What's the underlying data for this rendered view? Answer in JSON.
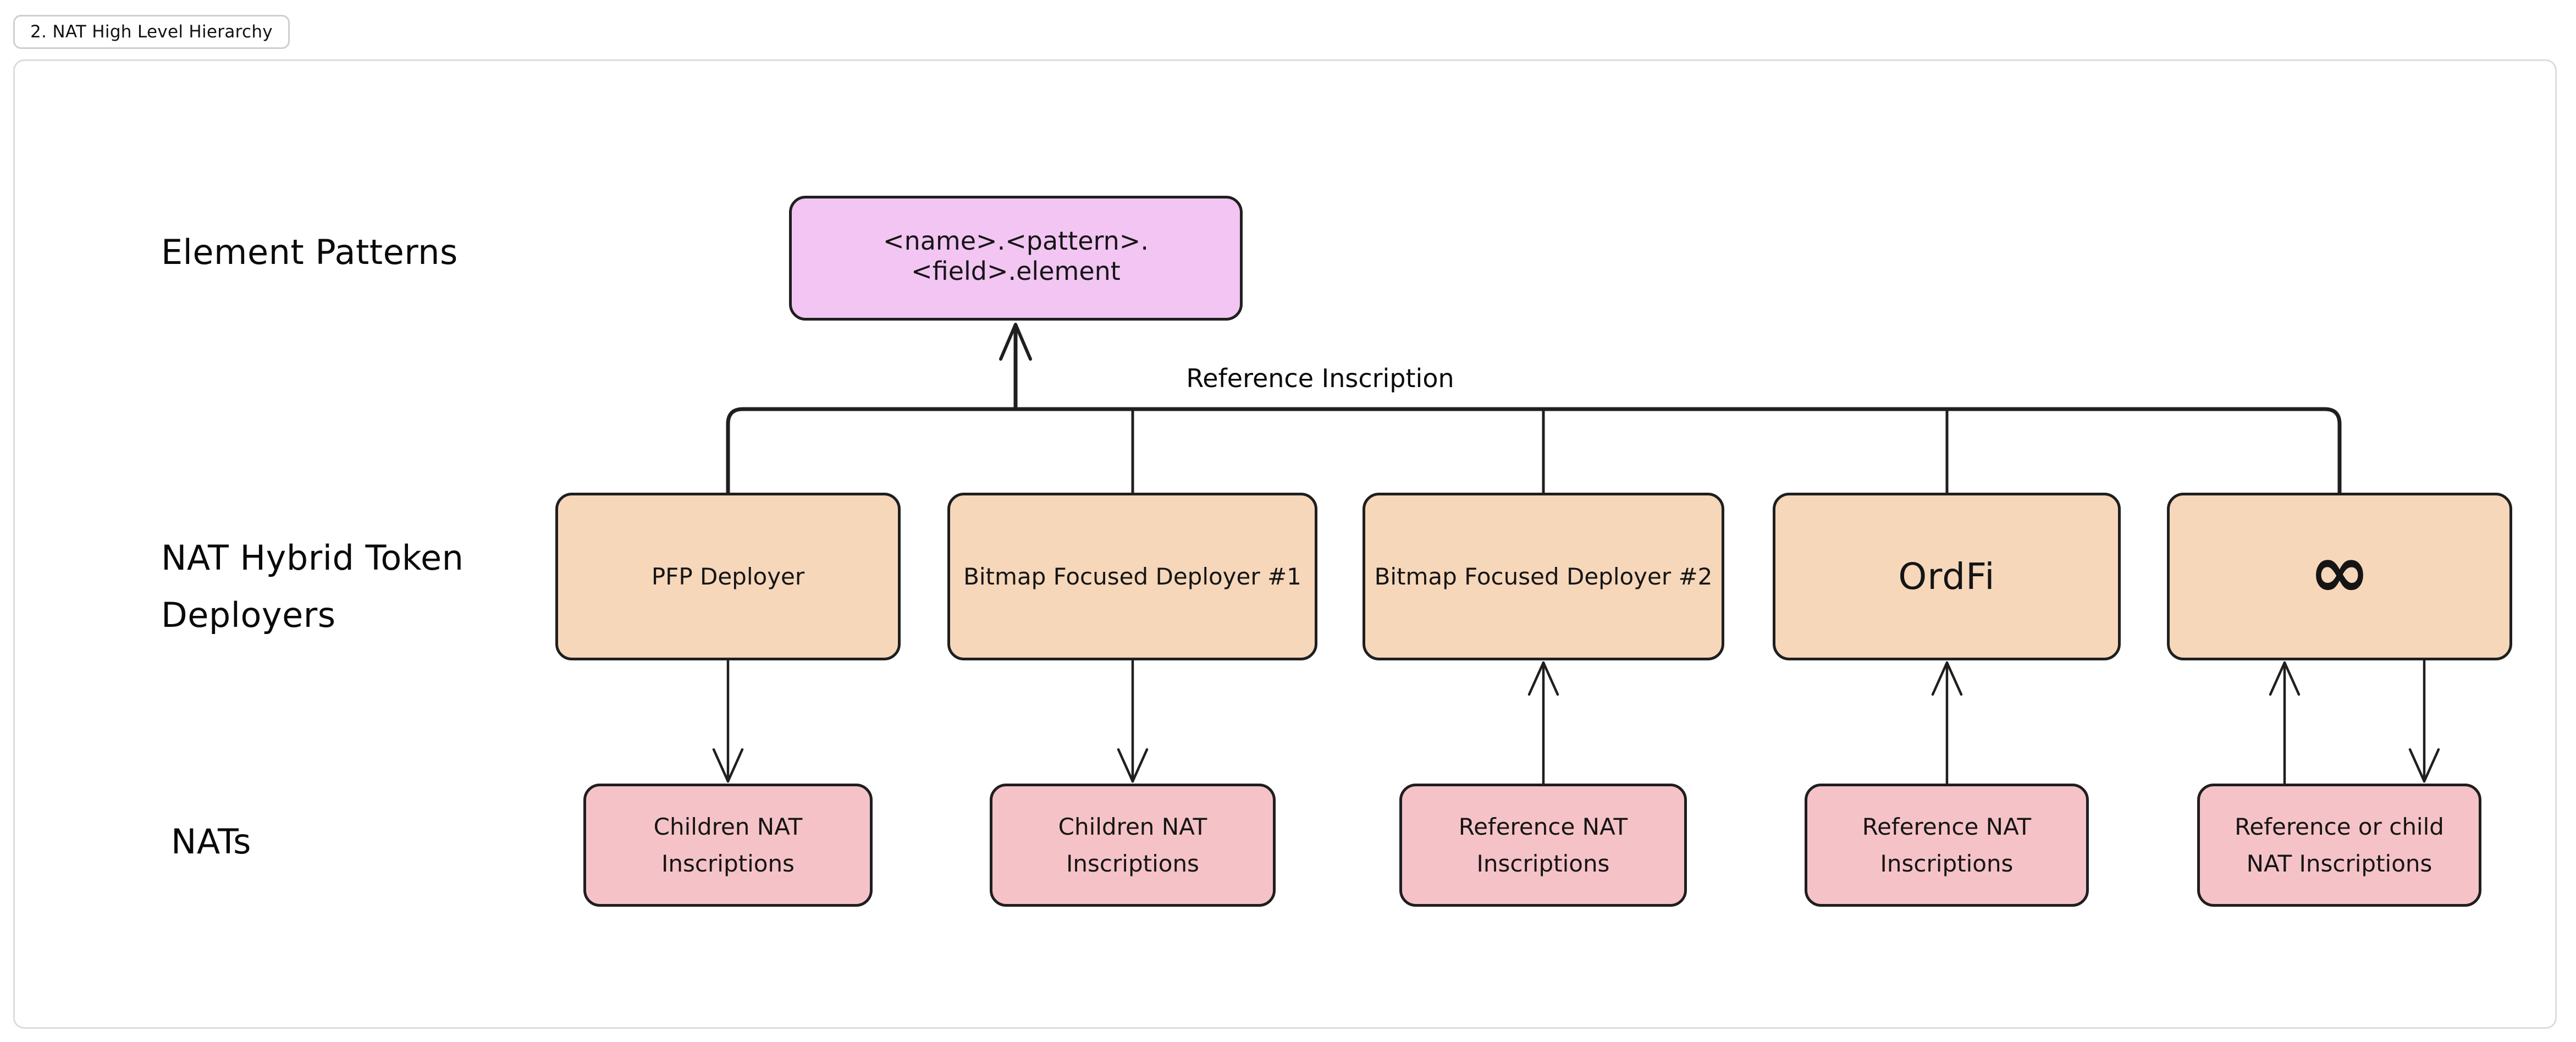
{
  "tab": {
    "label": "2. NAT High Level Hierarchy"
  },
  "diagram": {
    "row_labels": [
      {
        "text": "Element Patterns"
      },
      {
        "text": "NAT Hybrid Token Deployers"
      },
      {
        "text": "NATs"
      }
    ],
    "pattern_box": {
      "text": "<name>.<pattern>.<field>.element"
    },
    "edge_label": "Reference Inscription",
    "deployers": [
      {
        "label": "PFP Deployer",
        "arrow_to_nat": "down"
      },
      {
        "label": "Bitmap Focused Deployer #1",
        "arrow_to_nat": "down"
      },
      {
        "label": "Bitmap Focused Deployer #2",
        "arrow_to_nat": "up"
      },
      {
        "label": "OrdFi",
        "arrow_to_nat": "up"
      },
      {
        "label": "∞",
        "arrow_to_nat": "both"
      }
    ],
    "nats": [
      {
        "label": "Children NAT Inscriptions"
      },
      {
        "label": "Children NAT Inscriptions"
      },
      {
        "label": "Reference NAT Inscriptions"
      },
      {
        "label": "Reference NAT Inscriptions"
      },
      {
        "label": "Reference or child NAT Inscriptions"
      }
    ],
    "colors": {
      "pattern": "#F2C5F3",
      "deployer": "#F6D7BA",
      "nat": "#F5C3C7",
      "stroke": "#1f1f1f",
      "canvas_border": "#dcdcdc"
    }
  }
}
